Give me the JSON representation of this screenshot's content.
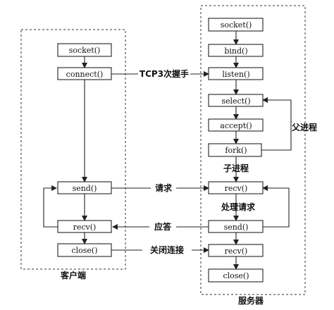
{
  "client": {
    "caption": "客户端",
    "nodes": {
      "socket": "socket()",
      "connect": "connect()",
      "send": "send()",
      "recv": "recv()",
      "close": "close()"
    }
  },
  "server": {
    "caption": "服务器",
    "nodes": {
      "socket": "socket()",
      "bind": "bind()",
      "listen": "listen()",
      "select": "select()",
      "accept": "accept()",
      "fork": "fork()",
      "recv1": "recv()",
      "send": "send()",
      "recv2": "recv()",
      "close": "close()"
    }
  },
  "edges": {
    "handshake": "TCP3次握手",
    "parent": "父进程",
    "child": "子进程",
    "request": "请求",
    "handle": "处理请求",
    "response": "应答",
    "close_conn": "关闭连接"
  }
}
